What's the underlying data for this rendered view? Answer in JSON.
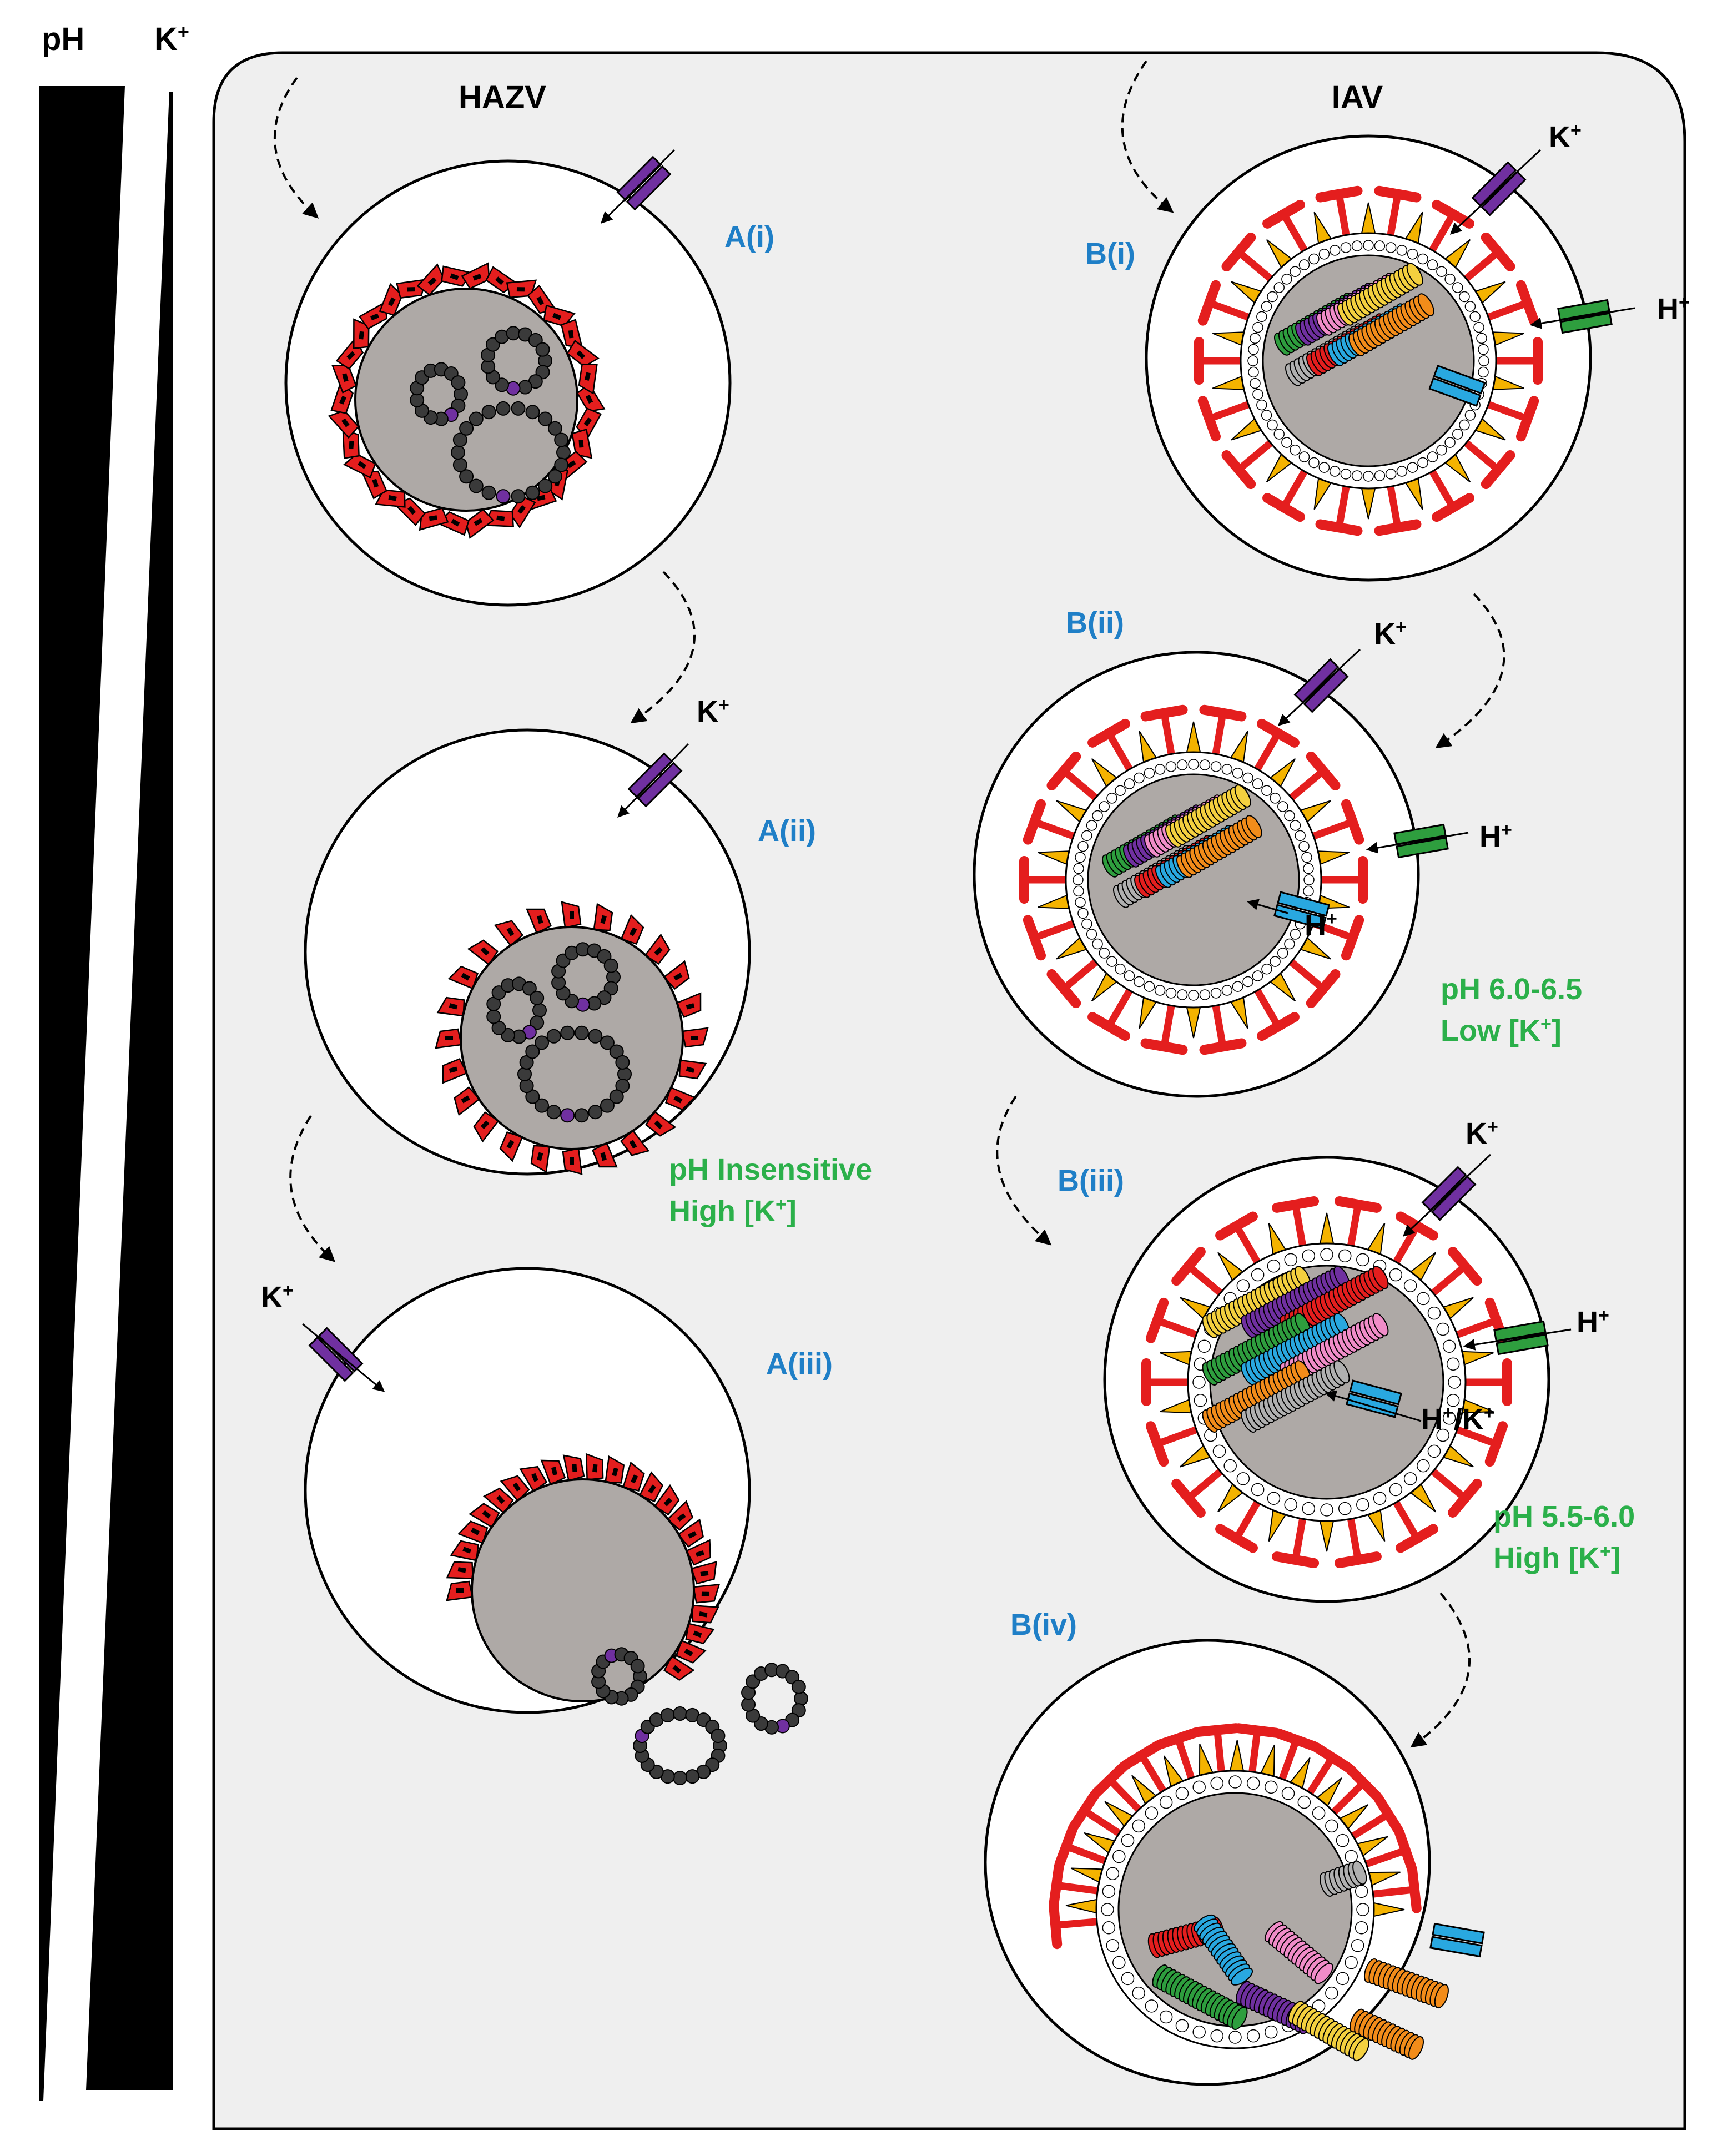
{
  "gradient_labels": {
    "ph": "pH",
    "k_base": "K",
    "k_sup": "+"
  },
  "columns": {
    "hazv": "HAZV",
    "iav": "IAV"
  },
  "stages": {
    "a1": "A(i)",
    "a2": "A(ii)",
    "a3": "A(iii)",
    "b1": "B(i)",
    "b2": "B(ii)",
    "b3": "B(iii)",
    "b4": "B(iv)"
  },
  "conditions": {
    "a2": {
      "line1": "pH Insensitive",
      "line2_pre": "High [K",
      "line2_sup": "+",
      "line2_post": "]"
    },
    "b2": {
      "line1": "pH 6.0-6.5",
      "line2_pre": "Low [K",
      "line2_sup": "+",
      "line2_post": "]"
    },
    "b3": {
      "line1": "pH 5.5-6.0",
      "line2_pre": "High [K",
      "line2_sup": "+",
      "line2_post": "]"
    }
  },
  "ions": {
    "k": "K",
    "h": "H",
    "sup": "+",
    "hk_sep": "/"
  },
  "colors": {
    "panel_bg": "#efefef",
    "capsid_grey": "#aea9a6",
    "glycoprotein_red": "#e41e1e",
    "ha_red": "#e41e1e",
    "na_yellow": "#f4b300",
    "k_channel_purple": "#7030a0",
    "h_channel_green": "#2e9e3e",
    "m2_channel_blue": "#29a8e0",
    "stage_blue": "#1f7fc7",
    "condition_green": "#2bb04a",
    "rnp_dark": "#3a3a3a",
    "rnp_accent": "#7030a0"
  },
  "segment_colors": [
    "#f4d03f",
    "#7030a0",
    "#e41e1e",
    "#2e9e3e",
    "#29a8e0",
    "#f08cc8",
    "#f28c1a",
    "#b0b0b0"
  ]
}
